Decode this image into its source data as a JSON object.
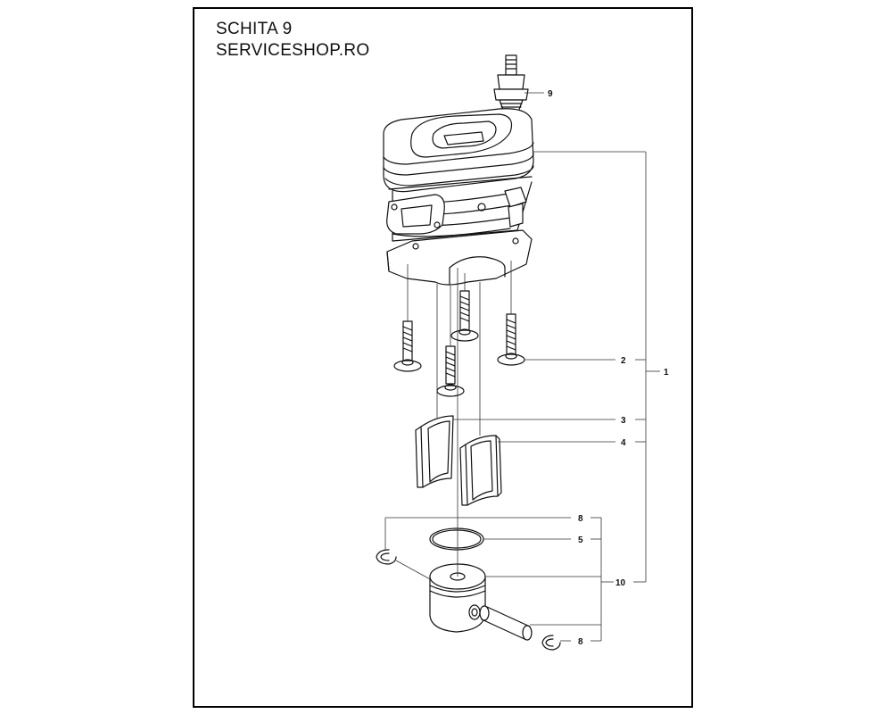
{
  "header": {
    "title": "SCHITA 9",
    "subtitle": "SERVICESHOP.RO"
  },
  "callouts": {
    "spark_plug": "9",
    "cylinder_assembly": "1",
    "cylinder_bolts": "2",
    "gasket_left": "3",
    "gasket_right": "4",
    "circlip_top": "8",
    "piston_ring": "5",
    "piston_kit": "10",
    "circlip_bottom": "8"
  },
  "colors": {
    "line": "#111111",
    "leader": "#333333",
    "paper": "#ffffff",
    "shade": "#d9d9d9"
  }
}
